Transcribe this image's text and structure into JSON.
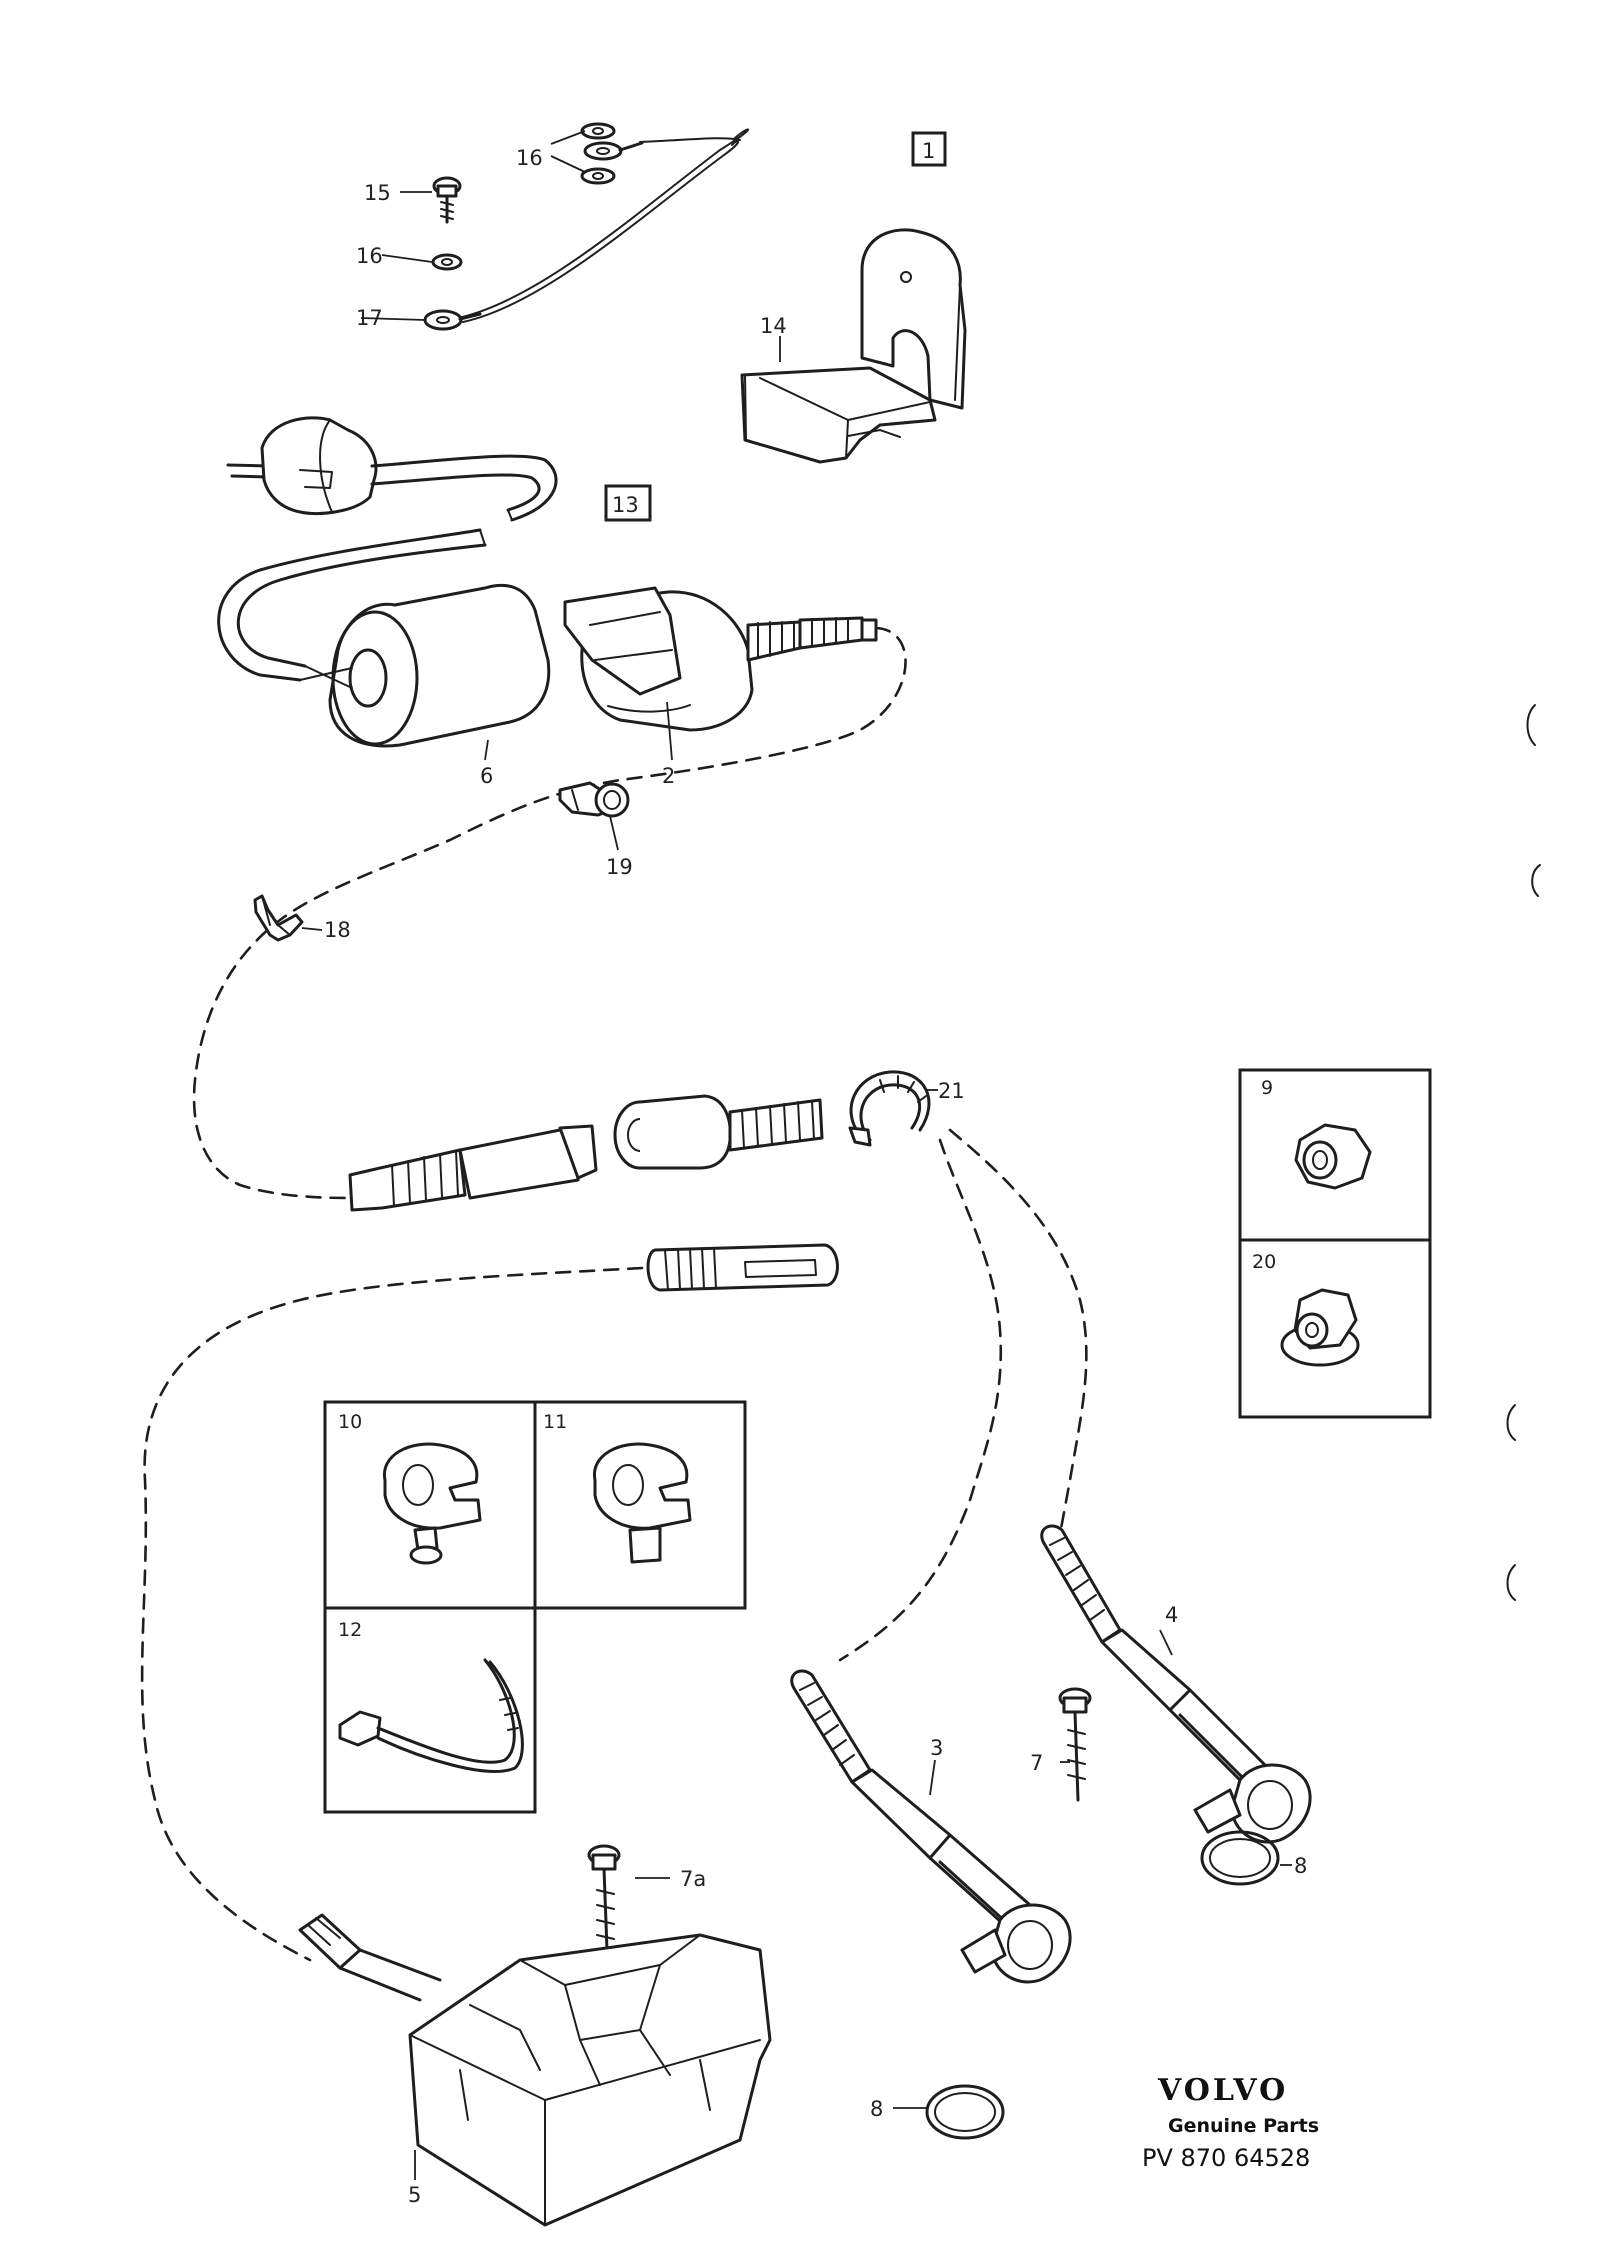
{
  "callouts": {
    "c1": "1",
    "c2": "2",
    "c3": "3",
    "c4": "4",
    "c5": "5",
    "c6": "6",
    "c7": "7",
    "c7a": "7a",
    "c8a": "8",
    "c8b": "8",
    "c9": "9",
    "c10": "10",
    "c11": "11",
    "c12": "12",
    "c13": "13",
    "c14": "14",
    "c15": "15",
    "c16a": "16",
    "c16b": "16",
    "c17": "17",
    "c18": "18",
    "c19": "19",
    "c20": "20",
    "c21": "21"
  },
  "brand": {
    "name": "VOLVO",
    "tagline": "Genuine Parts",
    "code": "PV 870  64528"
  }
}
